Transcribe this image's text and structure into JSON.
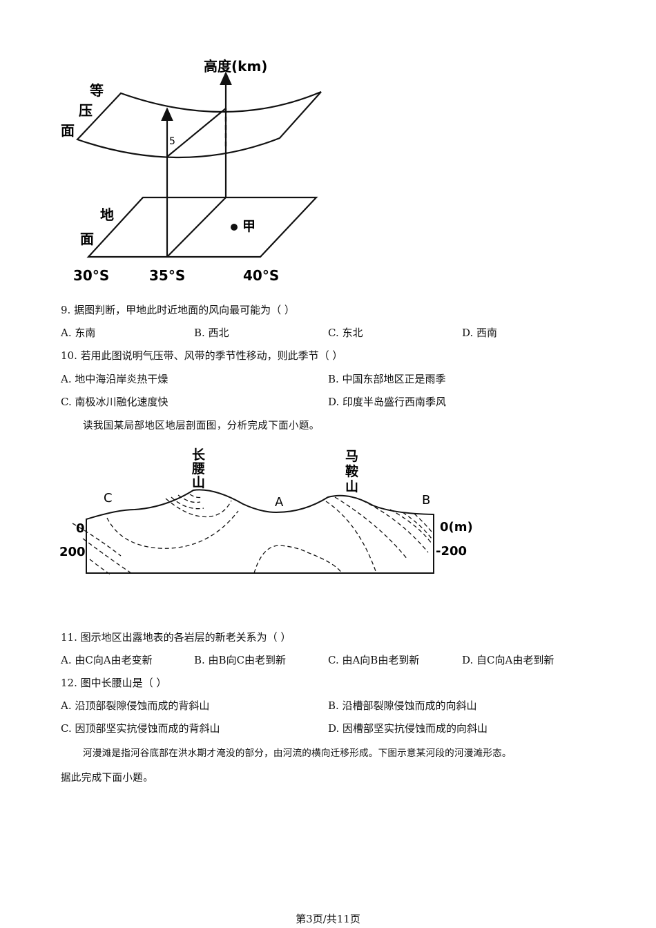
{
  "figure1": {
    "axis_label": "高度(km)",
    "surface_label_top": [
      "等",
      "压",
      "面"
    ],
    "surface_label_bottom": [
      "地",
      "面"
    ],
    "height_mark": "5",
    "point_label": "甲",
    "latitudes": [
      "30°S",
      "35°S",
      "40°S"
    ]
  },
  "q9": {
    "stem": "9.  据图判断，甲地此时近地面的风向最可能为（     ）",
    "options": [
      "A.  东南",
      "B.  西北",
      "C.  东北",
      "D.  西南"
    ]
  },
  "q10": {
    "stem": "10.  若用此图说明气压带、风带的季节性移动，则此季节（     ）",
    "options": [
      "A.  地中海沿岸炎热干燥",
      "B.  中国东部地区正是雨季",
      "C.  南极冰川融化速度快",
      "D.  印度半岛盛行西南季风"
    ]
  },
  "intro2": "读我国某局部地区地层剖面图，分析完成下面小题。",
  "figure2": {
    "mountain_left": [
      "长",
      "腰",
      "山"
    ],
    "mountain_right": [
      "马",
      "鞍",
      "山"
    ],
    "label_C": "C",
    "label_A": "A",
    "label_B": "B",
    "left_0": "0",
    "left_200": "200",
    "right_0": "0(m)",
    "right_200": "-200"
  },
  "q11": {
    "stem": "11.  图示地区出露地表的各岩层的新老关系为（     ）",
    "options": [
      "A.  由C向A由老变新",
      "B.  由B向C由老到新",
      "C.  由A向B由老到新",
      "D.  自C向A由老到新"
    ]
  },
  "q12": {
    "stem": "12.  图中长腰山是（     ）",
    "options": [
      "A.  沿顶部裂隙侵蚀而成的背斜山",
      "B.  沿槽部裂隙侵蚀而成的向斜山",
      "C.  因顶部坚实抗侵蚀而成的背斜山",
      "D.  因槽部坚实抗侵蚀而成的向斜山"
    ]
  },
  "intro3_line1": "河漫滩是指河谷底部在洪水期才淹没的部分，由河流的横向迁移形成。下图示意某河段的河漫滩形态。",
  "intro3_line2": "据此完成下面小题。",
  "footer": "第3页/共11页"
}
